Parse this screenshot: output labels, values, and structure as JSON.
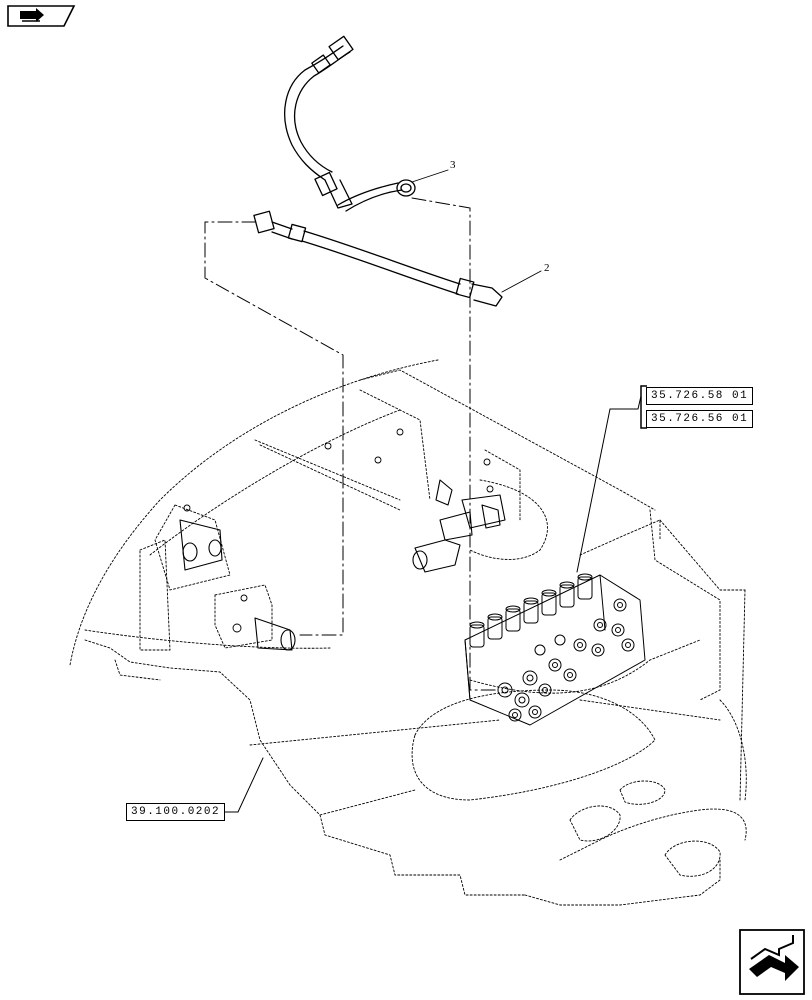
{
  "references": {
    "ref_top_1": "35.726.58 01",
    "ref_top_2": "35.726.56 01",
    "ref_bottom": "39.100.0202"
  },
  "callouts": {
    "item_2": "2",
    "item_3": "3"
  },
  "icons": {
    "corner_tab": "book-arrow-icon",
    "navigation": "navigation-arrow-icon"
  },
  "colors": {
    "line": "#000000",
    "background": "#ffffff"
  }
}
